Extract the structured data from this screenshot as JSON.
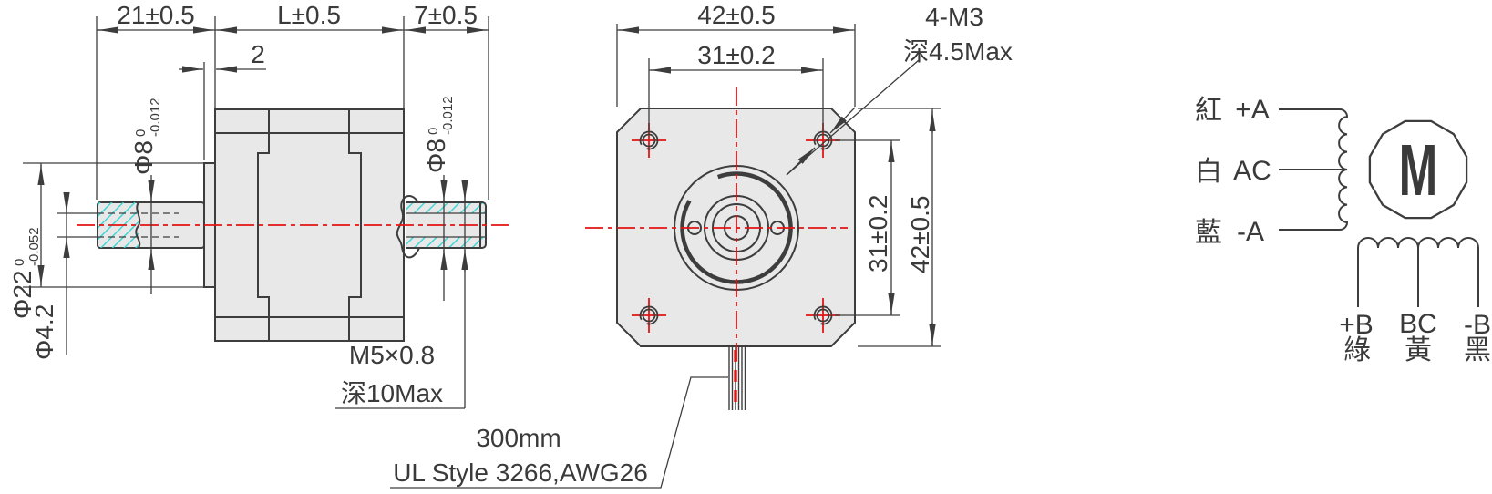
{
  "title": "stepper-motor-outline-drawing",
  "colors": {
    "line": "#3d3d3d",
    "body_fill": "#e8e8e8",
    "centerline_red": "#e41414",
    "thread_hatch_cyan": "#2ad4d4"
  },
  "side_view": {
    "dim_rear_shaft_len": "21±0.5",
    "dim_body_len": "L±0.5",
    "dim_front_shaft_len": "7±0.5",
    "dim_boss_thickness": "2",
    "rear_shaft_dia": {
      "base": "Φ8",
      "sup": "0",
      "sub": "-0.012"
    },
    "front_shaft_dia": {
      "base": "Φ8",
      "sup": "0",
      "sub": "-0.012"
    },
    "pilot_dia": {
      "base": "Φ22",
      "sup": "0",
      "sub": "-0.052"
    },
    "bore_dia": "Φ4.2",
    "thread_callout": {
      "line1": "M5×0.8",
      "line2": "深10Max"
    }
  },
  "front_view": {
    "dim_width": "42±0.5",
    "dim_hole_pitch_h": "31±0.2",
    "dim_hole_pitch_v": "31±0.2",
    "dim_height": "42±0.5",
    "mount_hole_callout": {
      "line1": "4-M3",
      "line2": "深4.5Max"
    },
    "cable_callout": {
      "line1": "300mm",
      "line2": "UL Style 3266,AWG26"
    }
  },
  "wiring_diagram": {
    "motor_symbol": "M",
    "leads_a": [
      {
        "wire": "紅",
        "terminal": "+A"
      },
      {
        "wire": "白",
        "terminal": "AC"
      },
      {
        "wire": "藍",
        "terminal": "-A"
      }
    ],
    "leads_b": [
      {
        "terminal": "+B",
        "wire": "綠"
      },
      {
        "terminal": "BC",
        "wire": "黃"
      },
      {
        "terminal": "-B",
        "wire": "黑"
      }
    ]
  }
}
